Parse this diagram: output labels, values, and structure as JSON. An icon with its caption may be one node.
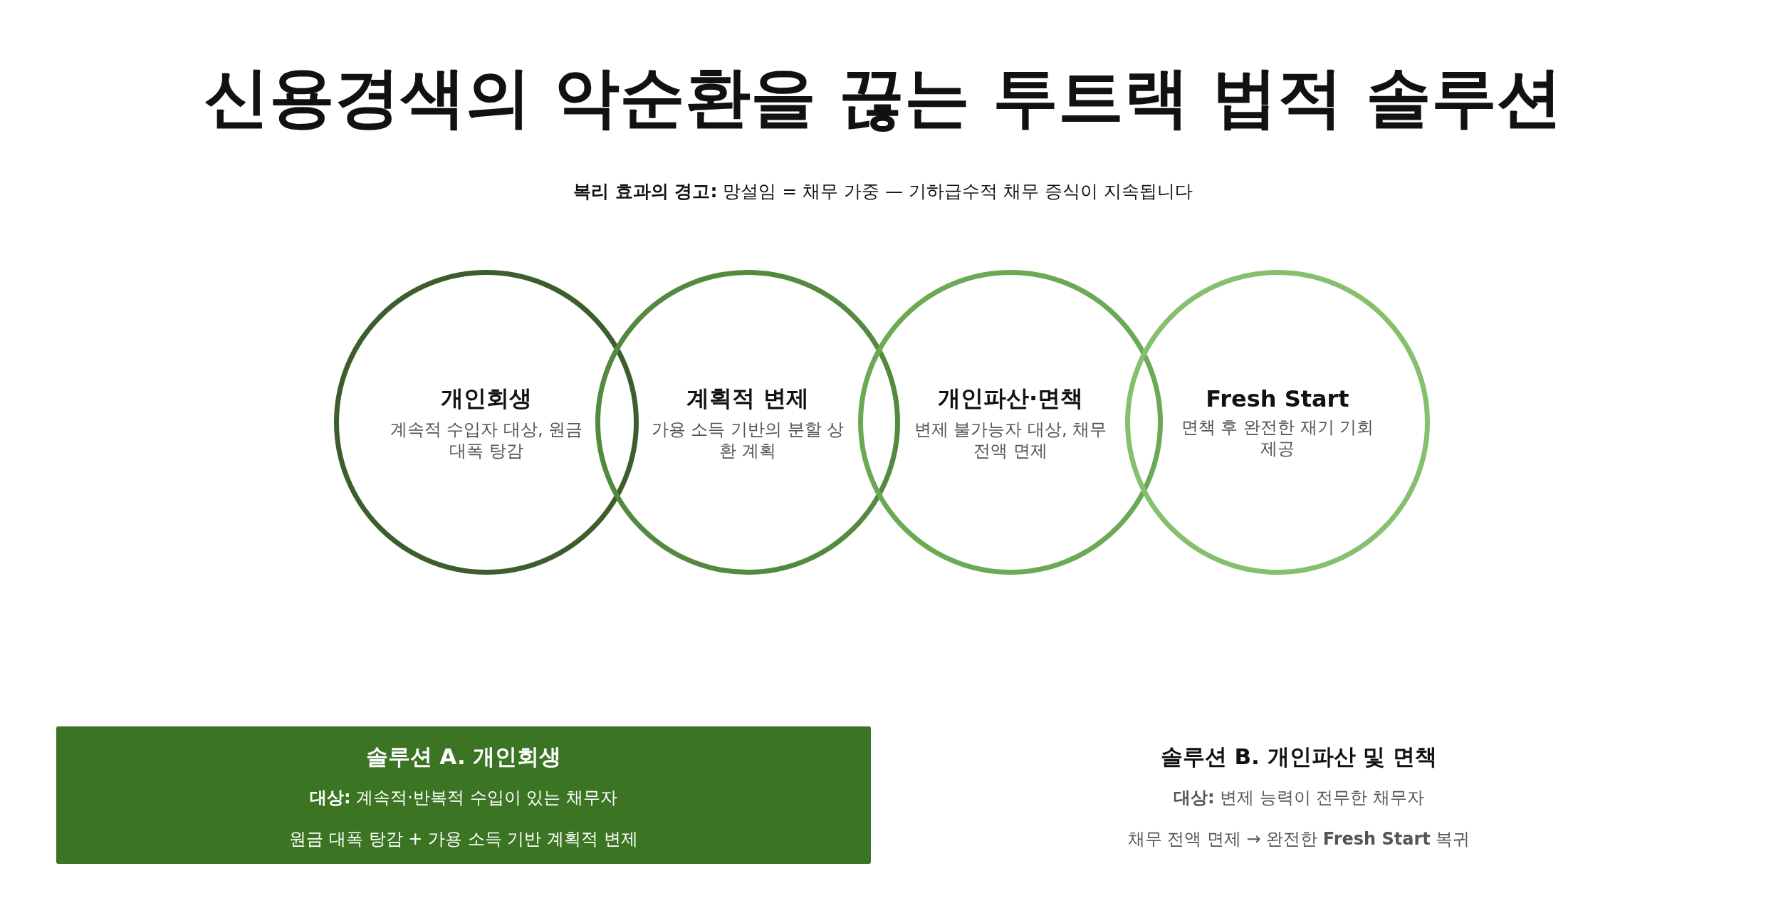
{
  "diagram": {
    "title": "신용경색의 악순환을 끊는 투트랙 법적 솔루션",
    "nodes": [
      {
        "text": [
          "개인회생",
          "계속적 수입자 대상, 원금 대폭 탕감"
        ]
      },
      {
        "text": [
          "계획적 변제",
          "가용 소득 기반의 분할 상환 계획"
        ]
      },
      {
        "text": [
          "개인파산·면책",
          "변제 불가능자 대상, 채무 전액 면제"
        ]
      },
      {
        "text": [
          "Fresh Start",
          "면책 후 완전한 재기 기회 제공"
        ]
      },
      {
        "text": [
          "솔루션 A. 개인회생",
          "**대상:** 계속적·반복적 수입이 있는 채무자",
          "원금 대폭 탕감 + 가용 소득 기반 계획적 변제"
        ]
      },
      {
        "text": [
          "솔루션 B. 개인파산 및 면책",
          "**대상:** 변제 능력이 전무한 채무자",
          "채무 전액 면제 → 완전한 **Fresh Start** 복귀"
        ]
      }
    ],
    "labels": [
      "**복리 효과의 경고:** 망설임 = 채무 가중 — 기하급수적 채무 증식이 지속됩니다"
    ]
  }
}
